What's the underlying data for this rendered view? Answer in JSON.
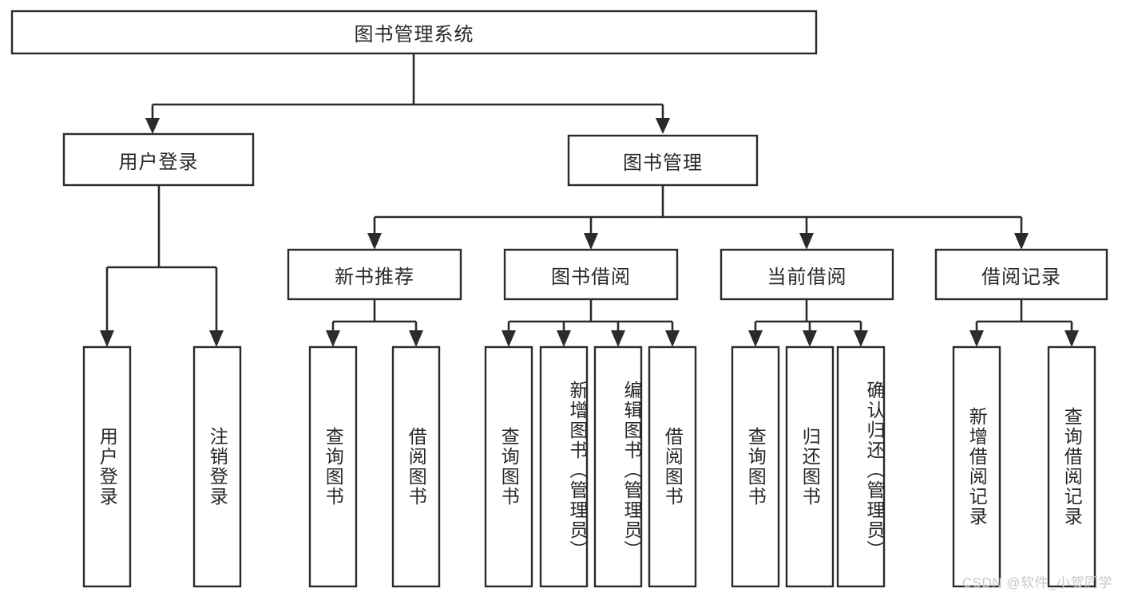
{
  "diagram": {
    "title": "图书管理系统",
    "type": "tree-hierarchy-diagram",
    "colors": {
      "box_stroke": "#2b2b2b",
      "box_fill": "#ffffff",
      "text": "#272727",
      "background": "#ffffff",
      "watermark": "#c9c9c9"
    },
    "root": {
      "label": "图书管理系统"
    },
    "level2": [
      {
        "label": "用户登录"
      },
      {
        "label": "图书管理"
      }
    ],
    "level3": [
      {
        "label": "新书推荐"
      },
      {
        "label": "图书借阅"
      },
      {
        "label": "当前借阅"
      },
      {
        "label": "借阅记录"
      }
    ],
    "leaves": {
      "user_login": [
        {
          "label": "用户登录"
        },
        {
          "label": "注销登录"
        }
      ],
      "new_book_recommend": [
        {
          "label": "查询图书"
        },
        {
          "label": "借阅图书"
        }
      ],
      "book_borrow": [
        {
          "label": "查询图书"
        },
        {
          "label": "新增图书（管理员）"
        },
        {
          "label": "编辑图书（管理员）"
        },
        {
          "label": "借阅图书"
        }
      ],
      "current_borrow": [
        {
          "label": "查询图书"
        },
        {
          "label": "归还图书"
        },
        {
          "label": "确认归还（管理员）"
        }
      ],
      "borrow_record": [
        {
          "label": "新增借阅记录"
        },
        {
          "label": "查询借阅记录"
        }
      ]
    },
    "watermark": "CSDN @软件_小贺同学"
  }
}
